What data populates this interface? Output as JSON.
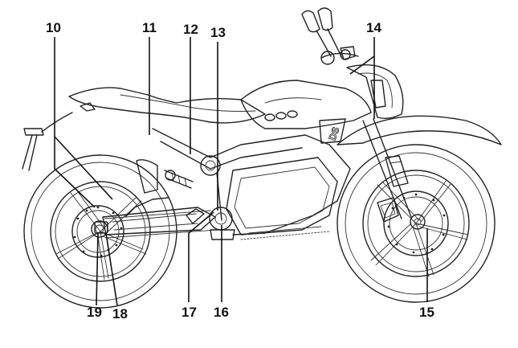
{
  "diagram": {
    "subject": "motorcycle-side-view",
    "colors": {
      "line": "#222222",
      "label": "#111111",
      "background": "#ffffff"
    },
    "callouts": [
      {
        "id": "c10",
        "label": "10"
      },
      {
        "id": "c11",
        "label": "11"
      },
      {
        "id": "c12",
        "label": "12"
      },
      {
        "id": "c13",
        "label": "13"
      },
      {
        "id": "c14",
        "label": "14"
      },
      {
        "id": "c15",
        "label": "15"
      },
      {
        "id": "c16",
        "label": "16"
      },
      {
        "id": "c17",
        "label": "17"
      },
      {
        "id": "c18",
        "label": "18"
      },
      {
        "id": "c19",
        "label": "19"
      }
    ],
    "badge_text": "DS"
  }
}
